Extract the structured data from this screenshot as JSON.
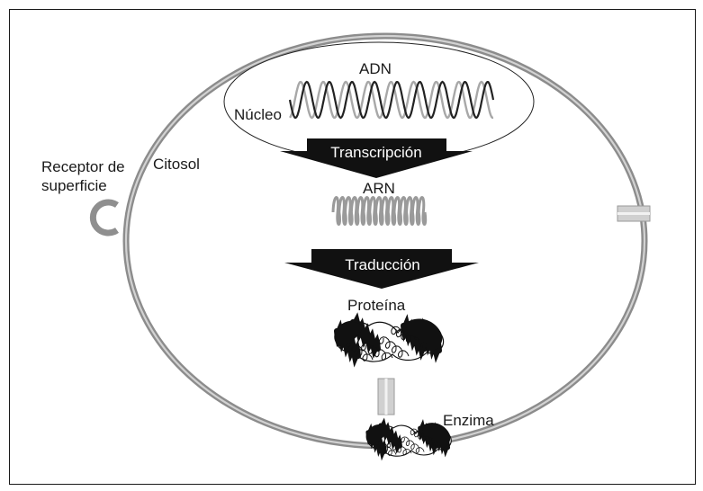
{
  "labels": {
    "dna": "ADN",
    "nucleus": "Núcleo",
    "transcription": "Transcripción",
    "cytosol": "Citosol",
    "surface_receptor_line1": "Receptor de",
    "surface_receptor_line2": "superficie",
    "rna": "ARN",
    "translation": "Traducción",
    "protein": "Proteína",
    "enzyme": "Enzima"
  },
  "colors": {
    "membrane": "#8c8c8c",
    "membrane_light": "#d6d6d6",
    "arrow": "#111111",
    "arrow_text": "#ffffff",
    "dna_dark": "#222222",
    "dna_light": "#a8a8a8",
    "rna": "#9a9a9a",
    "text": "#1a1a1a"
  },
  "icons": {
    "receptor": "c-shaped-receptor-icon",
    "channel": "membrane-channel-icon",
    "dna": "double-helix-icon",
    "rna": "single-strand-coil-icon",
    "protein": "folded-protein-icon",
    "enzyme": "folded-enzyme-icon"
  }
}
